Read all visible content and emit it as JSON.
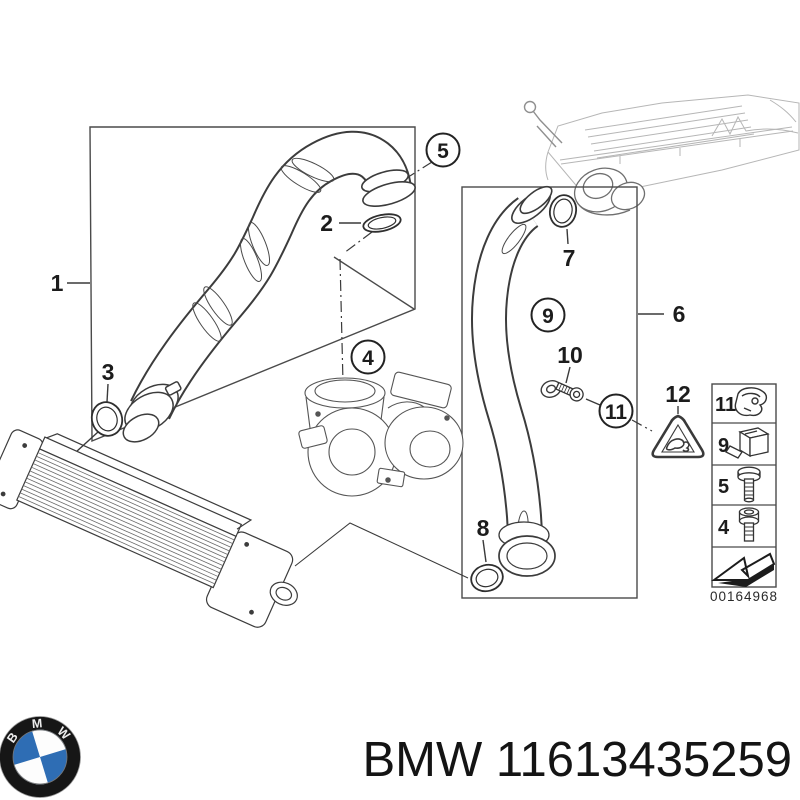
{
  "figure": {
    "type": "parts-diagram",
    "subject": "BMW intercooler charge-air hose and duct assembly",
    "background": "#ffffff",
    "ink": "#3c3c3c",
    "light_ink": "#b4b4b4"
  },
  "callouts": {
    "c1": "1",
    "c2": "2",
    "c3": "3",
    "c4": "4",
    "c5": "5",
    "c6": "6",
    "c7": "7",
    "c8": "8",
    "c9": "9",
    "c10": "10",
    "c11": "11",
    "c12": "12"
  },
  "legend": {
    "rows": [
      {
        "label": "11",
        "icon": "retaining-clip-icon"
      },
      {
        "label": "9",
        "icon": "cage-nut-icon"
      },
      {
        "label": "5",
        "icon": "hex-flange-bolt-icon"
      },
      {
        "label": "4",
        "icon": "socket-head-bolt-icon"
      }
    ],
    "direction_icon": "forward-direction-arrow-icon",
    "code": "00164968"
  },
  "footer": {
    "logo_b": "B",
    "logo_m": "M",
    "logo_w": "W",
    "logo_blue": "#2e6db4",
    "brand": "BMW",
    "part_number": "11613435259",
    "caption": "BMW 11613435259"
  }
}
